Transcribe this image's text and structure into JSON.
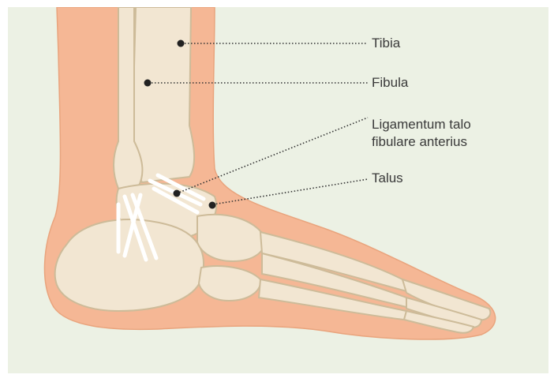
{
  "colors": {
    "background": "#ecf1e4",
    "skin": "#f5b795",
    "skin_outline": "#e9a47d",
    "bone": "#f2e6d2",
    "bone_outline": "#cdbb99",
    "ligament": "#ffffff",
    "leader_line": "#333333"
  },
  "labels": {
    "tibia": "Tibia",
    "fibula": "Fibula",
    "ligament_line1": "Ligamentum talo",
    "ligament_line2": "fibulare anterius",
    "talus": "Talus"
  }
}
